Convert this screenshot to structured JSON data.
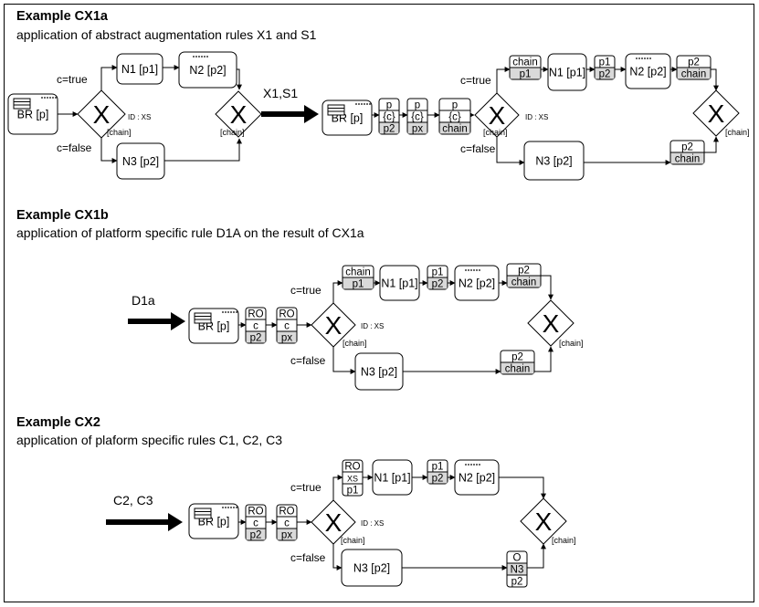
{
  "sections": [
    {
      "title": "Example CX1a",
      "subtitle": "application of abstract augmentation rules X1 and S1"
    },
    {
      "title": "Example CX1b",
      "subtitle": "application of platform specific rule D1A on the result of CX1a"
    },
    {
      "title": "Example CX2",
      "subtitle": "application of plaform specific rules C1, C2, C3"
    }
  ],
  "labels": {
    "br": "BR [p]",
    "n1": "N1 [p1]",
    "n2": "N2 [p2]",
    "n3": "N3 [p2]",
    "c_true": "c=true",
    "c_false": "c=false",
    "id_xs": "ID : XS",
    "chain": "[chain]",
    "x": "X",
    "arrow_cx1a": "X1,S1",
    "arrow_cx1b": "D1a",
    "arrow_cx2": "C2, C3"
  },
  "stacks": {
    "cx1a_a": [
      "p",
      "{c}",
      "p2"
    ],
    "cx1a_b": [
      "p",
      "{c}",
      "px"
    ],
    "cx1a_c": [
      "p",
      "{c}",
      "chain"
    ],
    "cx1a_d": [
      "chain",
      "p1"
    ],
    "cx1a_e": [
      "p1",
      "p2"
    ],
    "cx1a_f": [
      "p2",
      "chain"
    ],
    "cx1a_g": [
      "p2",
      "chain"
    ],
    "cx1b_a": [
      "RO",
      "c",
      "p2"
    ],
    "cx1b_b": [
      "RO",
      "c",
      "px"
    ],
    "cx1b_d": [
      "chain",
      "p1"
    ],
    "cx1b_e": [
      "p1",
      "p2"
    ],
    "cx1b_f": [
      "p2",
      "chain"
    ],
    "cx1b_g": [
      "p2",
      "chain"
    ],
    "cx2_a": [
      "RO",
      "c",
      "p2"
    ],
    "cx2_b": [
      "RO",
      "c",
      "px"
    ],
    "cx2_d": [
      "RO",
      "XS",
      "p1"
    ],
    "cx2_e": [
      "p1",
      "p2"
    ],
    "cx2_g": [
      "O",
      "N3",
      "p2"
    ]
  }
}
